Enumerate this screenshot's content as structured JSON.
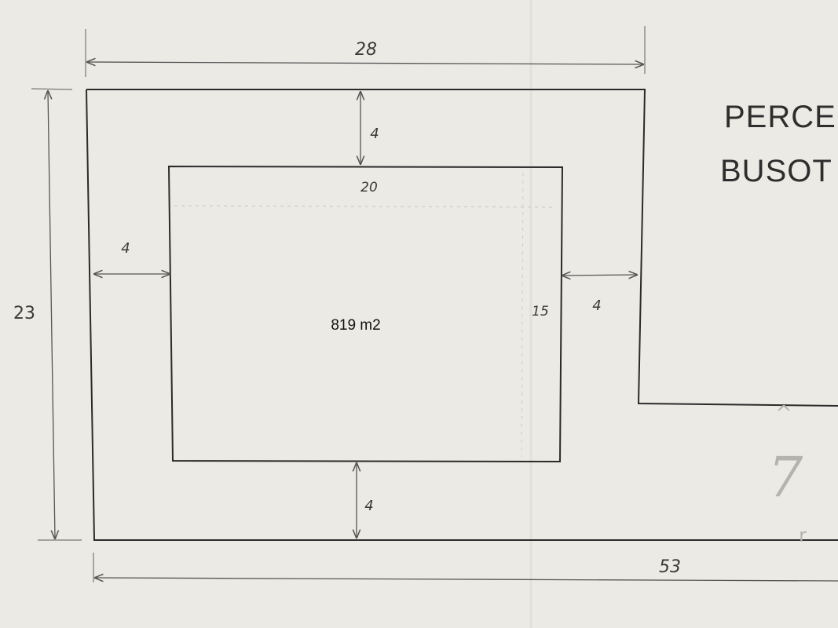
{
  "drawing": {
    "outer_width_label": "28",
    "outer_height_label": "23",
    "inner_width_label": "20",
    "inner_height_label": "15",
    "setback_top_label": "4",
    "setback_left_label": "4",
    "setback_right_label": "4",
    "setback_bottom_label": "4",
    "total_length_label": "53",
    "area_label": "819 m2",
    "title_line1": "PERCE",
    "title_line2": "BUSOT",
    "lot_number": "7",
    "mark_top": "^",
    "mark_bottom": "r"
  },
  "colors": {
    "paper": "#eceae5",
    "ink": "#2b2b2b",
    "pencil": "#6a6a6a",
    "grid": "#d8d6d1",
    "faint": "#b9b7b2"
  }
}
